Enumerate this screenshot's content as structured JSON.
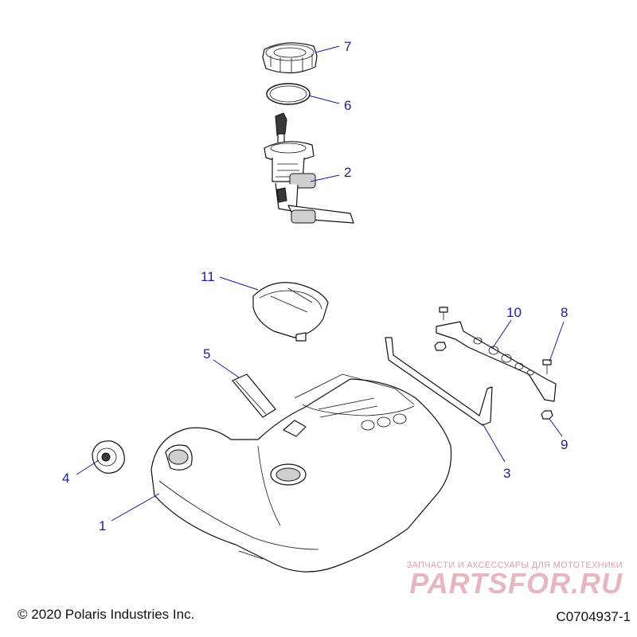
{
  "callouts": [
    {
      "id": "1",
      "label": "1",
      "part": "fuel tank"
    },
    {
      "id": "2",
      "label": "2",
      "part": "fuel pump"
    },
    {
      "id": "3",
      "label": "3",
      "part": "strap"
    },
    {
      "id": "4",
      "label": "4",
      "part": "fuel cap"
    },
    {
      "id": "5",
      "label": "5",
      "part": "pad"
    },
    {
      "id": "6",
      "label": "6",
      "part": "seal"
    },
    {
      "id": "7",
      "label": "7",
      "part": "lock ring"
    },
    {
      "id": "8",
      "label": "8",
      "part": "bolt"
    },
    {
      "id": "9",
      "label": "9",
      "part": "nut"
    },
    {
      "id": "10",
      "label": "10",
      "part": "bracket"
    },
    {
      "id": "11",
      "label": "11",
      "part": "cover"
    }
  ],
  "footer": {
    "copyright": "© 2020 Polaris Industries Inc.",
    "drawing_number": "C0704937-1"
  },
  "watermark": {
    "tagline": "ЗАПЧАСТИ И АКСЕССУАРЫ ДЛЯ МОТОТЕХНИКИ",
    "logo": "PARTSFOR.RU"
  },
  "colors": {
    "callout": "#1a1aa6",
    "line_art": "#111111",
    "watermark": "#e6b7be"
  }
}
